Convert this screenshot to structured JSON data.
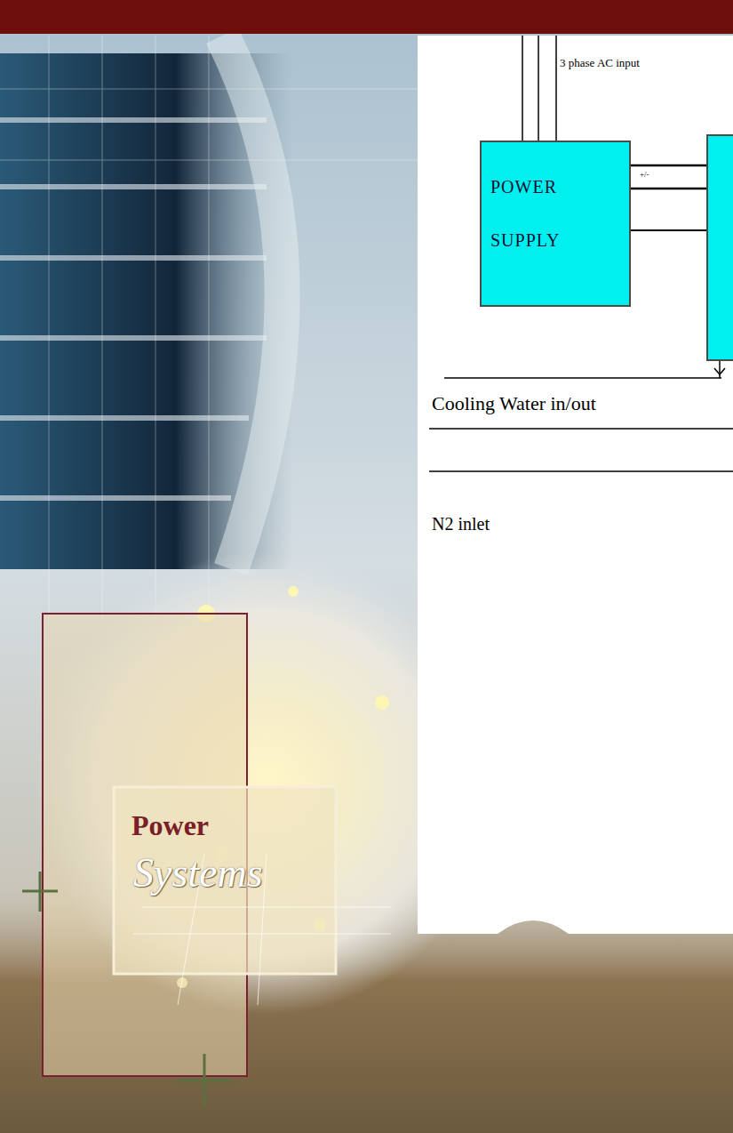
{
  "diagram": {
    "nodes": [
      {
        "text": [
          "POWER SUPPLY"
        ]
      }
    ],
    "labels": [
      "3 phase AC input",
      "+/-",
      "Cooling Water in/out",
      "N2 inlet",
      "Power",
      "Systems"
    ]
  }
}
